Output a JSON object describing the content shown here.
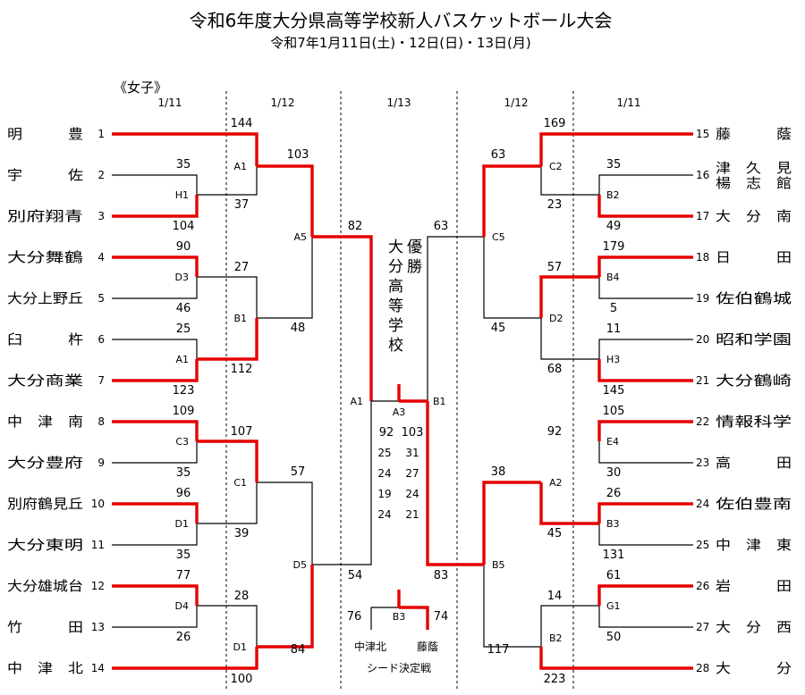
{
  "header": {
    "title": "令和6年度大分県高等学校新人バスケットボール大会",
    "subtitle": "令和7年1月11日(土)・12日(日)・13日(月)",
    "division": "《女子》"
  },
  "columns": [
    "1/11",
    "1/12",
    "1/13",
    "1/12",
    "1/11"
  ],
  "teams": {
    "t1": "明　　　豊",
    "t2": "宇　　　佐",
    "t3": "別府翔青",
    "t4": "大分舞鶴",
    "t5": "大分上野丘",
    "t6": "臼　　　杵",
    "t7": "大分商業",
    "t8": "中　津　南",
    "t9": "大分豊府",
    "t10": "別府鶴見丘",
    "t11": "大分東明",
    "t12": "大分雄城台",
    "t13": "竹　　　田",
    "t14": "中　津　北",
    "t15": "藤　　　蔭",
    "t16a": "津　久　見",
    "t16b": "楊　志　館",
    "t17": "大　分　南",
    "t18": "日　　　田",
    "t19": "佐伯鶴城",
    "t20": "昭和学園",
    "t21": "大分鶴崎",
    "t22": "情報科学",
    "t23": "高　　　田",
    "t24": "佐伯豊南",
    "t25": "中　津　東",
    "t26": "岩　　　田",
    "t27": "大　分　西",
    "t28": "大　　　分"
  },
  "seeds": {
    "s1": "1",
    "s2": "2",
    "s3": "3",
    "s4": "4",
    "s5": "5",
    "s6": "6",
    "s7": "7",
    "s8": "8",
    "s9": "9",
    "s10": "10",
    "s11": "11",
    "s12": "12",
    "s13": "13",
    "s14": "14",
    "s15": "15",
    "s16": "16",
    "s17": "17",
    "s18": "18",
    "s19": "19",
    "s20": "20",
    "s21": "21",
    "s22": "22",
    "s23": "23",
    "s24": "24",
    "s25": "25",
    "s26": "26",
    "s27": "27",
    "s28": "28"
  },
  "games": {
    "H1": "H1",
    "D3": "D3",
    "A1a": "A1",
    "C3": "C3",
    "D1a": "D1",
    "D4": "D4",
    "A1b": "A1",
    "B1a": "B1",
    "C1": "C1",
    "D1b": "D1",
    "A5": "A5",
    "D5": "D5",
    "A1c": "A1",
    "A3": "A3",
    "B1c": "B1",
    "C2": "C2",
    "B2a": "B2",
    "B4": "B4",
    "H3": "H3",
    "E4": "E4",
    "B3a": "B3",
    "G1": "G1",
    "D2": "D2",
    "A2": "A2",
    "B2b": "B2",
    "C5": "C5",
    "B5": "B5",
    "B3b": "B3"
  },
  "scores": {
    "p1": "144",
    "p2": "35",
    "p3": "104",
    "p4": "90",
    "p5": "46",
    "p6": "25",
    "p7": "123",
    "p8": "109",
    "p9": "35",
    "p10": "96",
    "p11": "35",
    "p12": "77",
    "p13": "26",
    "p14": "100",
    "q1": "37",
    "q2": "27",
    "q3": "112",
    "q4": "107",
    "q5": "39",
    "q6": "28",
    "r1": "103",
    "r2": "48",
    "r3": "57",
    "r4": "84",
    "u1": "82",
    "u2": "54",
    "v1": "169",
    "v2": "35",
    "v3": "49",
    "v4": "179",
    "v5": "5",
    "v6": "11",
    "v7": "145",
    "v8": "105",
    "v9": "30",
    "v10": "26",
    "v11": "131",
    "v12": "61",
    "v13": "50",
    "v14": "223",
    "w1": "23",
    "w2": "57",
    "w3": "68",
    "w4": "92",
    "w5": "45",
    "w6": "14",
    "x1": "63",
    "x2": "45",
    "x3": "38",
    "x4": "117",
    "y1": "63",
    "y2": "83",
    "fA": "92",
    "fB": "103",
    "qA1": "25",
    "qB1": "31",
    "qA2": "24",
    "qB2": "27",
    "qA3": "19",
    "qB3": "24",
    "qA4": "24",
    "qB4": "21",
    "sdA": "76",
    "sdB": "74"
  },
  "champion": {
    "label": "優勝",
    "school": "大分高等学校"
  },
  "seed_match": {
    "team_a": "中津北",
    "team_b": "藤蔭",
    "label": "シード決定戦"
  }
}
